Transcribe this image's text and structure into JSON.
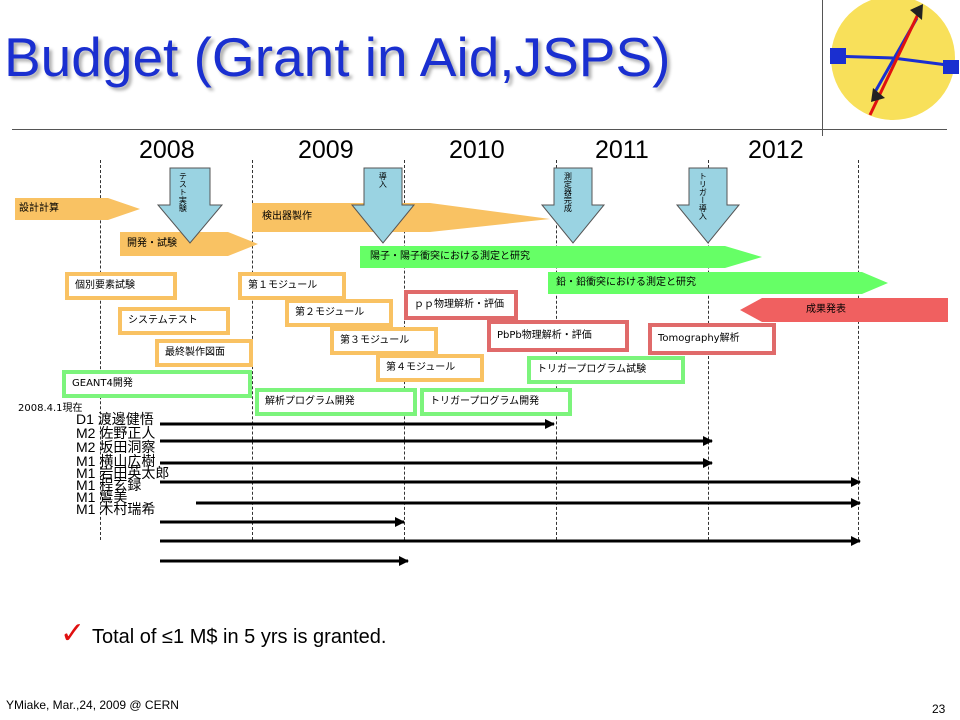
{
  "title": "Budget (Grant in Aid,JSPS)",
  "years": [
    "2008",
    "2009",
    "2010",
    "2011",
    "2012"
  ],
  "down_arrows": [
    "テスト実験",
    "導入",
    "測定器完成",
    "トリガー導入"
  ],
  "bars": {
    "design": "設計計算",
    "dev_test": "開発・試験",
    "detector": "検出器製作",
    "pp_measure": "陽子・陽子衝突における測定と研究",
    "pbpb_measure": "鉛・鉛衝突における測定と研究",
    "publish": "成果発表"
  },
  "boxes": {
    "element_test": "個別要素試験",
    "system_test": "システムテスト",
    "final_drawing": "最終製作図面",
    "geant4": "GEANT4開発",
    "module1": "第１モジュール",
    "module2": "第２モジュール",
    "module3": "第３モジュール",
    "module4": "第４モジュール",
    "analysis_prog": "解析プログラム開発",
    "trigger_prog": "トリガープログラム開発",
    "pp_analysis": "ｐｐ物理解析・評価",
    "pbpb_analysis": "PbPb物理解析・評価",
    "tomography": "Tomography解析",
    "trigger_test": "トリガープログラム試験"
  },
  "as_of": "2008.4.1現在",
  "members": [
    "D1 渡邊健悟",
    "M2 佐野正人",
    "M2 坂田洞察",
    "M1 横山広樹",
    "M1 岩田英太郎",
    "M1 程玄録",
    "M1 鸗美",
    "M1 木村瑞希"
  ],
  "bullet": "Total of ≤1 M$ in 5 yrs is granted.",
  "footer": "YMiake, Mar.,24, 2009 @ CERN",
  "page_number": "23",
  "colors": {
    "title": "#1a2fd0",
    "orange": "#f9c263",
    "green": "#66ff66",
    "red": "#f06060",
    "arrow_blue": "#9ad3e2",
    "check": "#e01010"
  }
}
